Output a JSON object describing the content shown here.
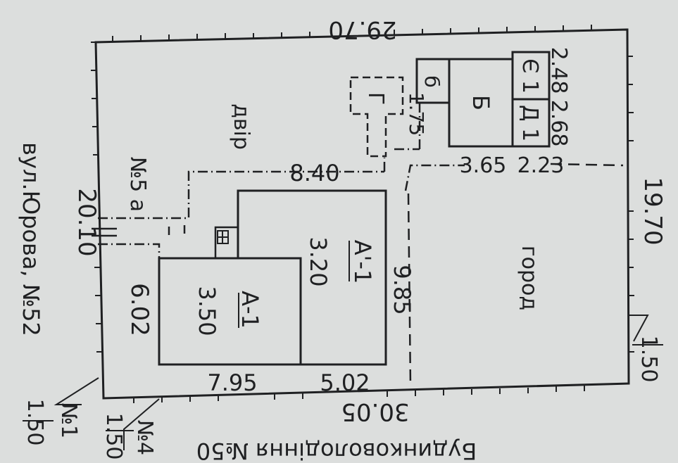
{
  "colors": {
    "paper": "#dcdedd",
    "ink": "#1f2022"
  },
  "plot": {
    "dim_top": "29.70",
    "dim_bottom": "30.05",
    "dim_right": "19.70",
    "dim_left": "20.10",
    "dim_house_left": "6.02",
    "dim_house_bottom_left": "7.95",
    "dim_house_bottom_right": "5.02",
    "dim_path": "8.40",
    "dim_garden_line": "9.85",
    "dim_shed_right_top": "2.48",
    "dim_shed_right": "2.68",
    "dim_shed_bottom_left": "3.65",
    "dim_shed_bottom_right": "2.23",
    "dim_cellar": "1.75"
  },
  "labels": {
    "yard": "двір",
    "garden": "город",
    "house_a": "А-1",
    "house_a_size": "3.50",
    "house_a1": "А'-1",
    "house_a1_size": "3.20",
    "building_b": "Б",
    "building_d": "Д 1",
    "building_e": "Є 1",
    "building_beta": "б",
    "building_g": "Г",
    "street": "вул.Юрова, №52",
    "neighbor_n5": "№5 а",
    "neighbor_bottom": "Будинковолодіння №50"
  },
  "neighbors": {
    "n1_num": "№1",
    "n1_den": "1.50",
    "n4_num": "№4",
    "n4_den": "1.50",
    "right_den": "1.50"
  }
}
